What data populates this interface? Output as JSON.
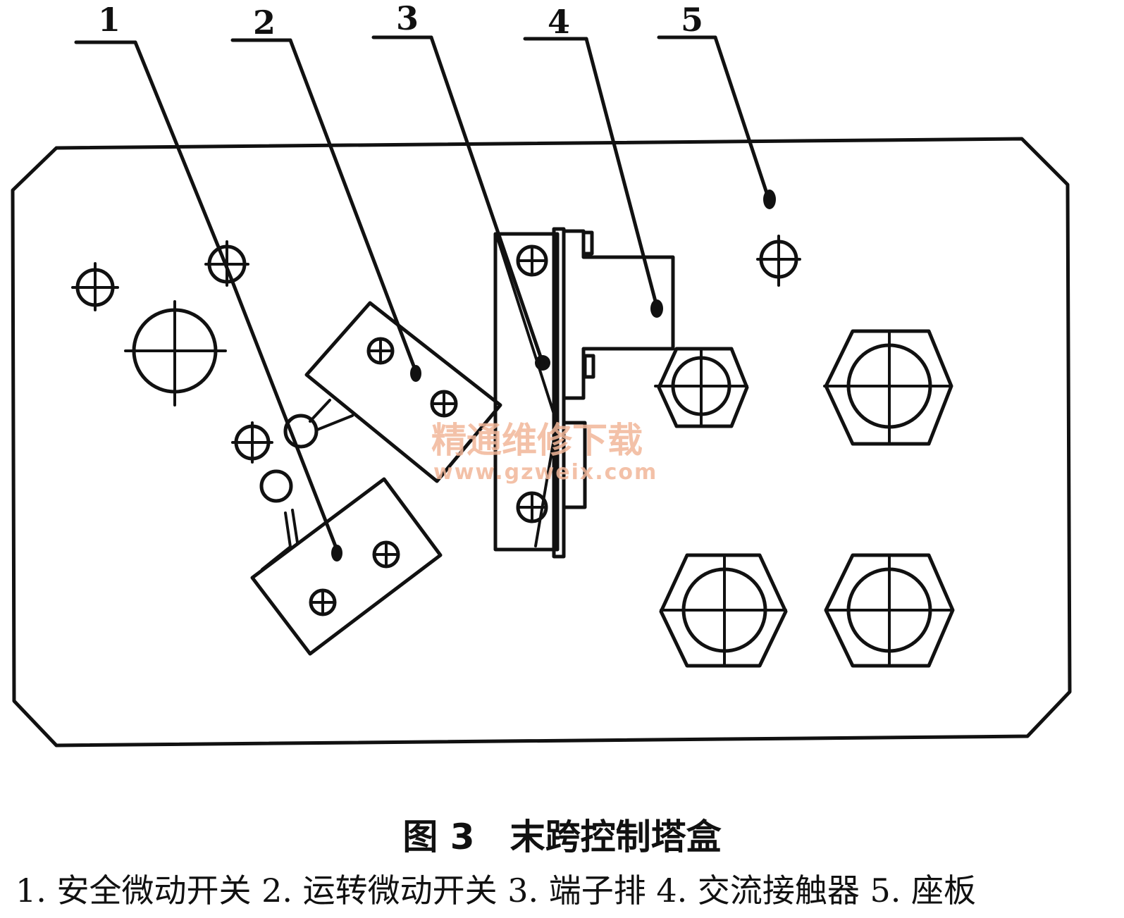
{
  "callouts": [
    "1",
    "2",
    "3",
    "4",
    "5"
  ],
  "watermark": {
    "text": "精通维修下载",
    "url": "www.gzweix.com",
    "color": "#f2b79a"
  },
  "figure": {
    "title": "图 3　末跨控制塔盒",
    "legend": "1. 安全微动开关 2. 运转微动开关 3. 端子排 4. 交流接触器 5. 座板"
  }
}
